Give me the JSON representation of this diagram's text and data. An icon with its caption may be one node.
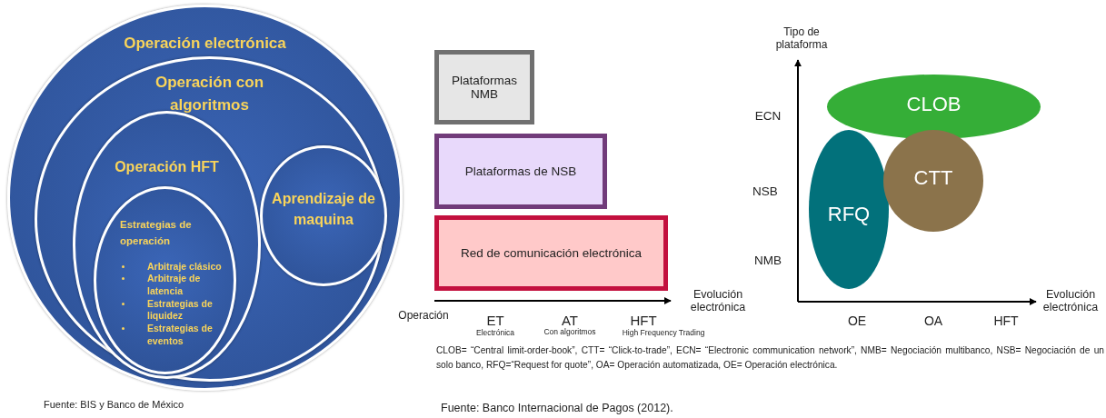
{
  "diagram": {
    "nodes": [
      {
        "text": [
          "Operación electrónica"
        ]
      },
      {
        "text": [
          "Operación con algoritmos"
        ],
        "in": 0
      },
      {
        "text": [
          "Operación HFT"
        ],
        "in": 1
      },
      {
        "text": [
          "Estrategias de operación",
          "Arbitraje clásico",
          "Arbitraje de latencia",
          "Estrategias de liquidez",
          "Estrategias de eventos"
        ],
        "in": 2
      },
      {
        "text": [
          "Aprendizaje de maquina"
        ],
        "in": 1
      },
      {
        "text": [
          "Plataformas NMB"
        ]
      },
      {
        "text": [
          "Plataformas de NSB"
        ]
      },
      {
        "text": [
          "Red de comunicación electrónica"
        ]
      },
      {
        "text": [
          "CLOB"
        ]
      },
      {
        "text": [
          "RFQ"
        ]
      },
      {
        "text": [
          "CTT"
        ]
      }
    ],
    "labels": [
      "Operación",
      "ET",
      "Electrónica",
      "AT",
      "Con algoritmos",
      "HFT",
      "High Frequency Trading",
      "Evolución electrónica",
      "Tipo de plataforma",
      "ECN",
      "NSB",
      "NMB",
      "OE",
      "OA",
      "HFT",
      "Evolución electrónica",
      "CLOB= “Central limit-order-book”, CTT= “Click-to-trade”, ECN= “Electronic communication network”, NMB= Negociación multibanco, NSB= Negociación de un solo banco, RFQ=“Request for quote”, OA= Operación automatizada, OE= Operación electrónica.",
      "Fuente: BIS y Banco de México",
      "Fuente: Banco Internacional de Pagos (2012)."
    ]
  }
}
